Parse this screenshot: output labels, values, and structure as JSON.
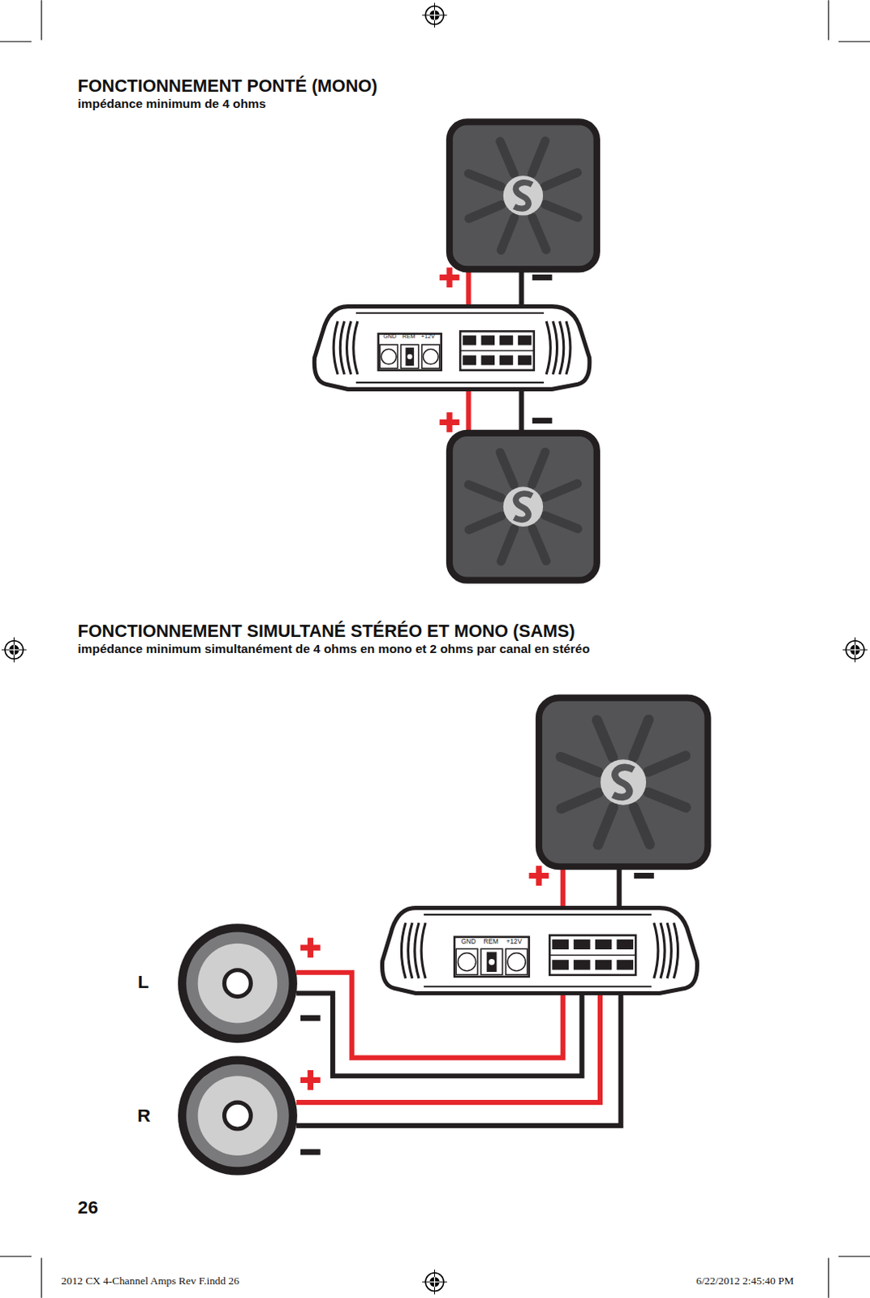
{
  "diagram": {
    "labels": [
      "FONCTIONNEMENT PONTÉ (MONO)",
      "impédance minimum de 4 ohms",
      "GND",
      "REM",
      "+12V",
      "FONCTIONNEMENT SIMULTANÉ STÉRÉO ET MONO (SAMS)",
      "impédance minimum simultanément de 4 ohms en mono et 2 ohms par canal en stéréo",
      "GND",
      "REM",
      "+12V",
      "L",
      "R",
      "26",
      "2012 CX 4-Channel Amps Rev F.indd   26",
      "6/22/2012   2:45:40 PM"
    ]
  }
}
